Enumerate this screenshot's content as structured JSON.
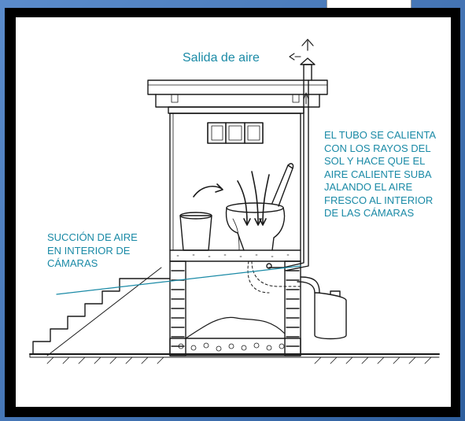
{
  "labels": {
    "air_outlet": "Salida de aire",
    "tube_note": "EL TUBO SE CALIENTA\nCON LOS RAYOS DEL\nSOL Y HACE QUE EL\nAIRE CALIENTE SUBA\nJALANDO EL AIRE\nFRESCO AL INTERIOR\nDE LAS CÁMARAS",
    "suction_note": "SUCCIÓN DE AIRE\nEN INTERIOR DE\nCÁMARAS"
  },
  "colors": {
    "frame_blue": "#4f81bd",
    "label_teal": "#1a8aa6",
    "ink": "#1a1a1a"
  }
}
